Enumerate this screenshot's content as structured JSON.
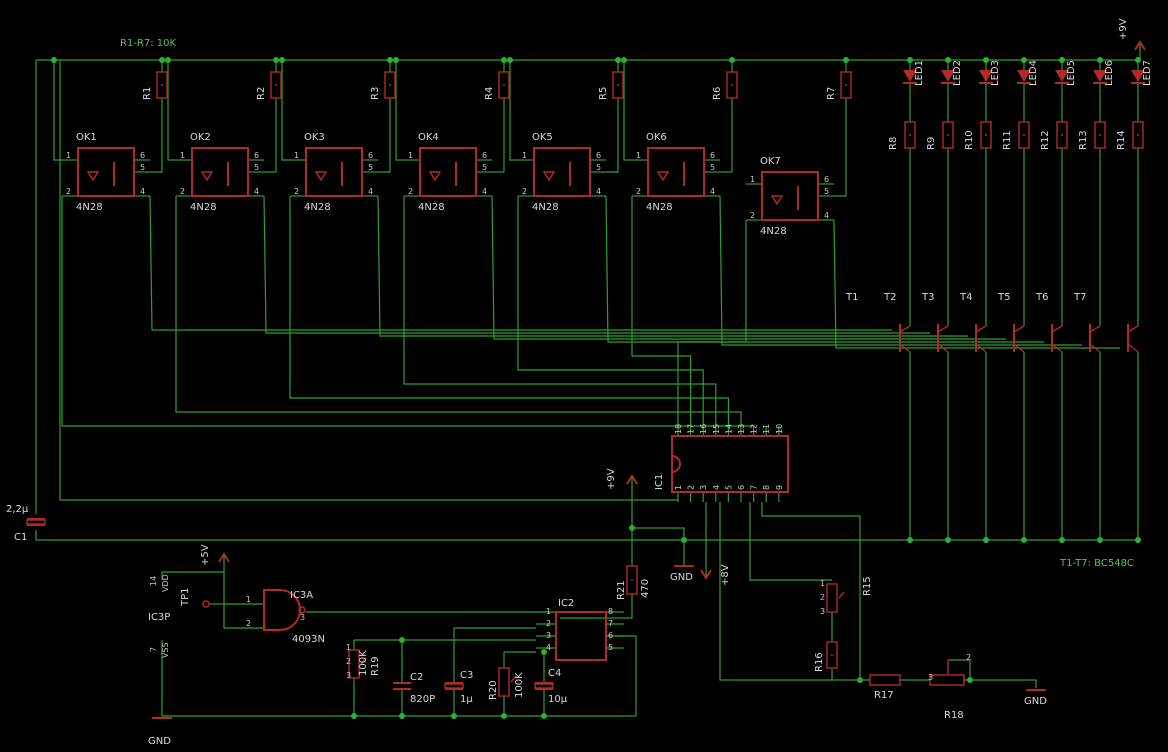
{
  "notes": {
    "resistor_value": "R1-R7: 10K",
    "transistor_type": "T1-T7: BC548C"
  },
  "optocouplers": [
    {
      "ref": "OK1",
      "part": "4N28"
    },
    {
      "ref": "OK2",
      "part": "4N28"
    },
    {
      "ref": "OK3",
      "part": "4N28"
    },
    {
      "ref": "OK4",
      "part": "4N28"
    },
    {
      "ref": "OK5",
      "part": "4N28"
    },
    {
      "ref": "OK6",
      "part": "4N28"
    },
    {
      "ref": "OK7",
      "part": "4N28"
    }
  ],
  "pullups": [
    "R1",
    "R2",
    "R3",
    "R4",
    "R5",
    "R6",
    "R7"
  ],
  "leds": [
    "LED1",
    "LED2",
    "LED3",
    "LED4",
    "LED5",
    "LED6",
    "LED7"
  ],
  "led_resistors": [
    "R8",
    "R9",
    "R10",
    "R11",
    "R12",
    "R13",
    "R14"
  ],
  "transistors": [
    "T1",
    "T2",
    "T3",
    "T4",
    "T5",
    "T6",
    "T7"
  ],
  "power": {
    "v9_top": "+9V",
    "v9_mid": "+9V",
    "v5": "+5V",
    "v8": "+8V",
    "gnd": "GND"
  },
  "ic1": {
    "ref": "IC1",
    "pins_top": [
      "18",
      "17",
      "16",
      "15",
      "14",
      "13",
      "12",
      "11",
      "10"
    ],
    "pins_bottom": [
      "1",
      "2",
      "3",
      "4",
      "5",
      "6",
      "7",
      "8",
      "9"
    ]
  },
  "ic2": {
    "ref": "IC2",
    "pins_left": [
      "1",
      "2",
      "3",
      "4"
    ],
    "pins_right": [
      "8",
      "7",
      "6",
      "5"
    ]
  },
  "ic3": {
    "ref": "IC3A",
    "part": "4093N",
    "power_ref": "IC3P",
    "vdd": "VDD",
    "vss": "VSS",
    "pin_vdd": "14",
    "pin_vss": "7",
    "in1": "1",
    "in2": "2",
    "out": "3"
  },
  "tp": "TP1",
  "caps": {
    "C1": {
      "ref": "C1",
      "value": "2,2µ"
    },
    "C2": {
      "ref": "C2",
      "value": "820P"
    },
    "C3": {
      "ref": "C3",
      "value": "1µ"
    },
    "C4": {
      "ref": "C4",
      "value": "10µ"
    }
  },
  "res": {
    "R15": "R15",
    "R16": "R16",
    "R17": "R17",
    "R18": "R18",
    "R19": {
      "ref": "R19",
      "value": "100K"
    },
    "R20": {
      "ref": "R20",
      "value": "100K"
    },
    "R21": {
      "ref": "R21",
      "value": "470"
    }
  },
  "pot_pins": [
    "1",
    "2",
    "3"
  ]
}
